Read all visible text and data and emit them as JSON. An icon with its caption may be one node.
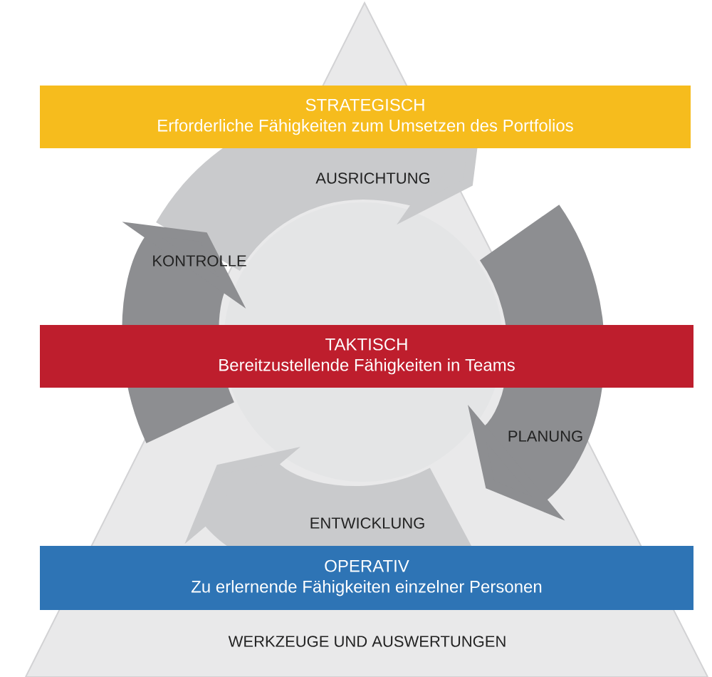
{
  "diagram": {
    "nodes": [
      {
        "text": [
          "STRATEGISCH",
          "Erforderliche Fähigkeiten zum Umsetzen des Portfolios"
        ]
      },
      {
        "text": [
          "TAKTISCH",
          "Bereitzustellende Fähigkeiten in Teams"
        ]
      },
      {
        "text": [
          "OPERATIV",
          "Zu erlernende Fähigkeiten einzelner Personen"
        ]
      }
    ],
    "labels": [
      "AUSRICHTUNG",
      "KONTROLLE",
      "PLANUNG",
      "ENTWICKLUNG",
      "WERKZEUGE UND AUSWERTUNGEN"
    ]
  }
}
